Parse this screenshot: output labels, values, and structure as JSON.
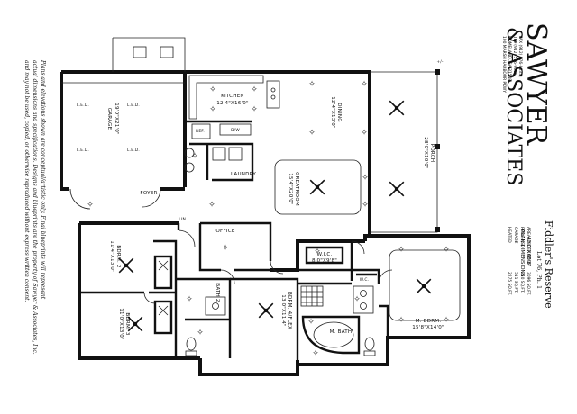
{
  "disclaimer": {
    "line1": "Plans and elevations shown are conceptual/artistic only. Final blueprints will represent",
    "line2": "actual dimensions and specifications. Designs and blueprints are the property of Sawyer & Associates, Inc.",
    "line3": "and may not be used, copied, or otherwise reproduced without express written consent."
  },
  "rooms": {
    "garage": {
      "name": "GARAGE",
      "dims": "19'0\"X21'0\""
    },
    "kitchen": {
      "name": "KITCHEN",
      "dims": "12'4\"X16'0\""
    },
    "dining": {
      "name": "DINING",
      "dims": "12'4\"X13'0\""
    },
    "porch": {
      "name": "PORCH",
      "dims": "28'0\"X10'0\""
    },
    "greatroom": {
      "name": "GREATROOM",
      "dims": "15'4\"X20'0\""
    },
    "laundry": {
      "name": "LAUNDRY"
    },
    "foyer": {
      "name": "FOYER"
    },
    "office": {
      "name": "OFFICE"
    },
    "bdrm2": {
      "name": "BDRM. 2",
      "dims": "11'4\"X13'0\""
    },
    "bdrm3": {
      "name": "BDRM. 3",
      "dims": "11'0\"X13'0\""
    },
    "bath2": {
      "name": "BATH 2"
    },
    "bdrm4": {
      "name": "BDRM. 4/FLEX",
      "dims": "13'0\"X11'4\""
    },
    "wic": {
      "name": "W.I.C.",
      "dims": "8'0\"X9'8\""
    },
    "mbath": {
      "name": "M. BATH"
    },
    "mbdrm": {
      "name": "M. BDRM.",
      "dims": "15'8\"X14'0\""
    },
    "wc": {
      "name": "W.C."
    },
    "linen": {
      "name": "LIN."
    },
    "ref": {
      "name": "REF."
    },
    "dw": {
      "name": "D/W"
    },
    "led": "L.E.D.",
    "plus": "+/-"
  },
  "company": {
    "name": "SAWYER",
    "name2": "& ASSOCIATES",
    "address1": "100 MARSH HARBOUR PKWY",
    "address2": "HOMELAND, GA 31548",
    "phone": "TEL (912) 576-9005",
    "fax": "FAX (912) 576-8033"
  },
  "plan_info": {
    "title": "Fiddler's Reserve",
    "lot": "Lot 76, Ph. 1",
    "plan_dims_label": "PLAN DIMENSIONS",
    "plan_dims": "43'0\"X68'8\"",
    "areas": [
      {
        "label": "HEATED",
        "value": "2275 SQ.FT."
      },
      {
        "label": "GARAGE",
        "value": "511 SQ.FT."
      },
      {
        "label": "PORCH(S)",
        "value": "310 SQ.FT."
      },
      {
        "label": "AREA UNDER ROOF",
        "value": "3096 SQ.FT."
      }
    ]
  },
  "colors": {
    "ink": "#111111",
    "paper": "#ffffff"
  }
}
